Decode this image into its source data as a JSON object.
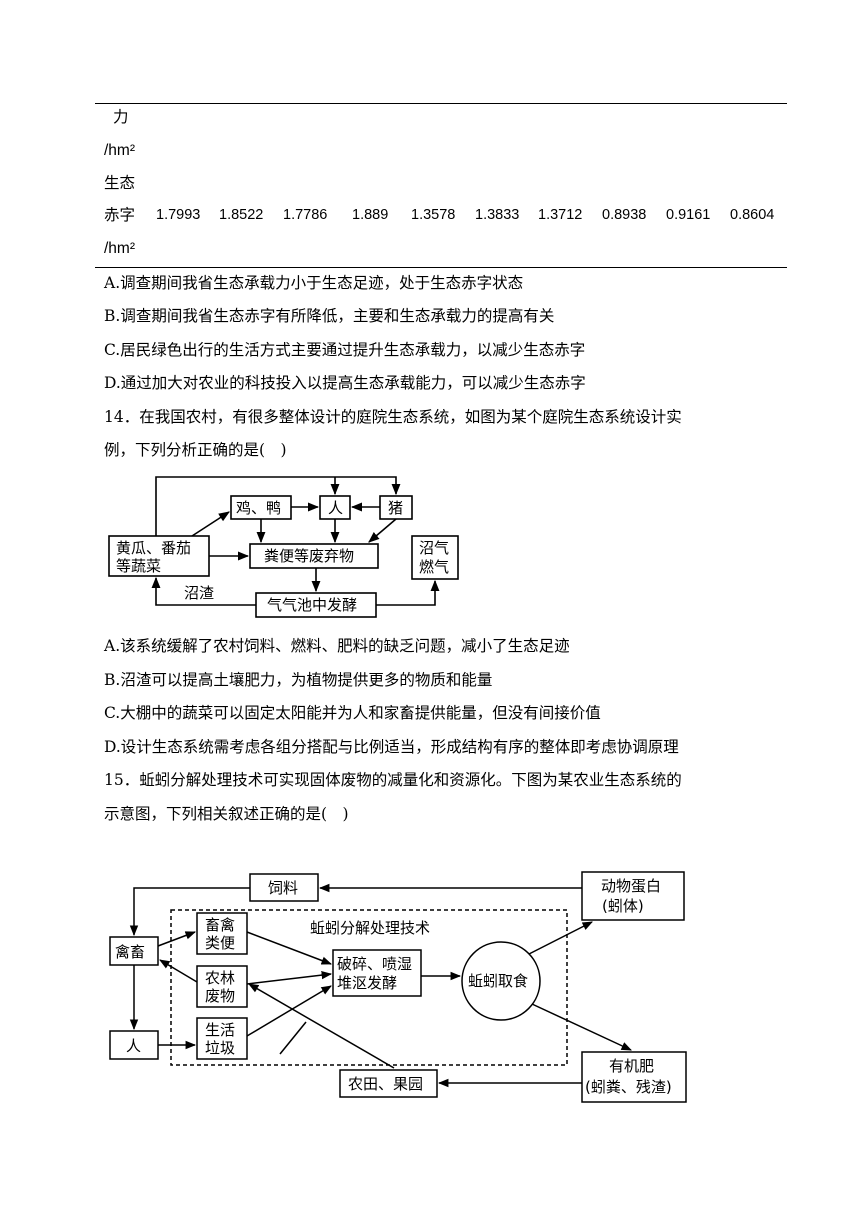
{
  "table": {
    "row_fragments": {
      "li": "力",
      "hm1": "/hm²",
      "shengtai": "生态",
      "hm2": "/hm²"
    },
    "deficit_row": {
      "label": "赤字",
      "values": [
        "1.7993",
        "1.8522",
        "1.7786",
        "1.889",
        "1.3578",
        "1.3833",
        "1.3712",
        "0.8938",
        "0.9161",
        "0.8604"
      ]
    }
  },
  "q13_options": {
    "A": "A.调查期间我省生态承载力小于生态足迹，处于生态赤字状态",
    "B": "B.调查期间我省生态赤字有所降低，主要和生态承载力的提高有关",
    "C": "C.居民绿色出行的生活方式主要通过提升生态承载力，以减少生态赤字",
    "D": "D.通过加大对农业的科技投入以提高生态承载能力，可以减少生态赤字"
  },
  "q14": {
    "stem_line1": "14．在我国农村，有很多整体设计的庭院生态系统，如图为某个庭院生态系统设计实",
    "stem_line2": "例，下列分析正确的是(　)",
    "diagram": {
      "chicken_duck": "鸡、鸭",
      "human": "人",
      "pig": "猪",
      "veg_line1": "黄瓜、番茄",
      "veg_line2": "等蔬菜",
      "manure": "粪便等废弃物",
      "biogas_line1": "沼气",
      "biogas_line2": "燃气",
      "residue": "沼渣",
      "fermentation": "气气池中发酵"
    },
    "options": {
      "A": "A.该系统缓解了农村饲料、燃料、肥料的缺乏问题，减小了生态足迹",
      "B": "B.沼渣可以提高土壤肥力，为植物提供更多的物质和能量",
      "C": "C.大棚中的蔬菜可以固定太阳能并为人和家畜提供能量，但没有间接价值",
      "D": "D.设计生态系统需考虑各组分搭配与比例适当，形成结构有序的整体即考虑协调原理"
    }
  },
  "q15": {
    "stem_line1": "15．蚯蚓分解处理技术可实现固体废物的减量化和资源化。下图为某农业生态系统的",
    "stem_line2": "示意图，下列相关叙述正确的是(　)",
    "diagram": {
      "feed": "饲料",
      "animal_protein_line1": "动物蛋白",
      "animal_protein_line2": "(蚓体)",
      "livestock": "禽畜",
      "human": "人",
      "livestock_manure_line1": "畜禽",
      "livestock_manure_line2": "类便",
      "forest_waste_line1": "农林",
      "forest_waste_line2": "废物",
      "household_waste_line1": "生活",
      "household_waste_line2": "垃圾",
      "technique_label": "蚯蚓分解处理技术",
      "process_line1": "破碎、喷湿",
      "process_line2": "堆沤发酵",
      "earthworm": "蚯蚓取食",
      "fertilizer_line1": "有机肥",
      "fertilizer_line2": "(蚓粪、残渣)",
      "farmland": "农田、果园"
    }
  }
}
